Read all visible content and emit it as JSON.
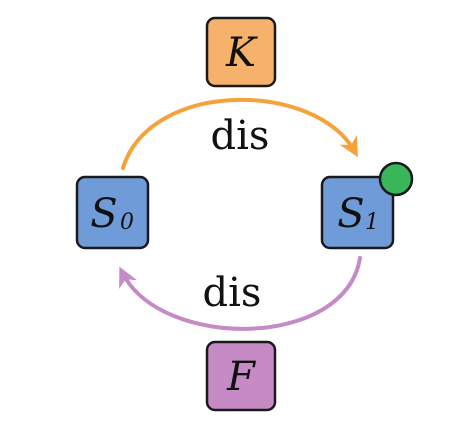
{
  "nodes": {
    "k": {
      "label": "K",
      "color": "#f6b26b"
    },
    "s0": {
      "label": "S",
      "subscript": "0",
      "color": "#6f9bd8"
    },
    "s1": {
      "label": "S",
      "subscript": "1",
      "color": "#6f9bd8"
    },
    "f": {
      "label": "F",
      "color": "#c68bc4"
    }
  },
  "edges": {
    "top": {
      "label": "dis",
      "color": "#f6a23a"
    },
    "bottom": {
      "label": "dis",
      "color": "#c48bc6"
    }
  },
  "marker": {
    "color": "#39b55a",
    "shape": "circle"
  }
}
